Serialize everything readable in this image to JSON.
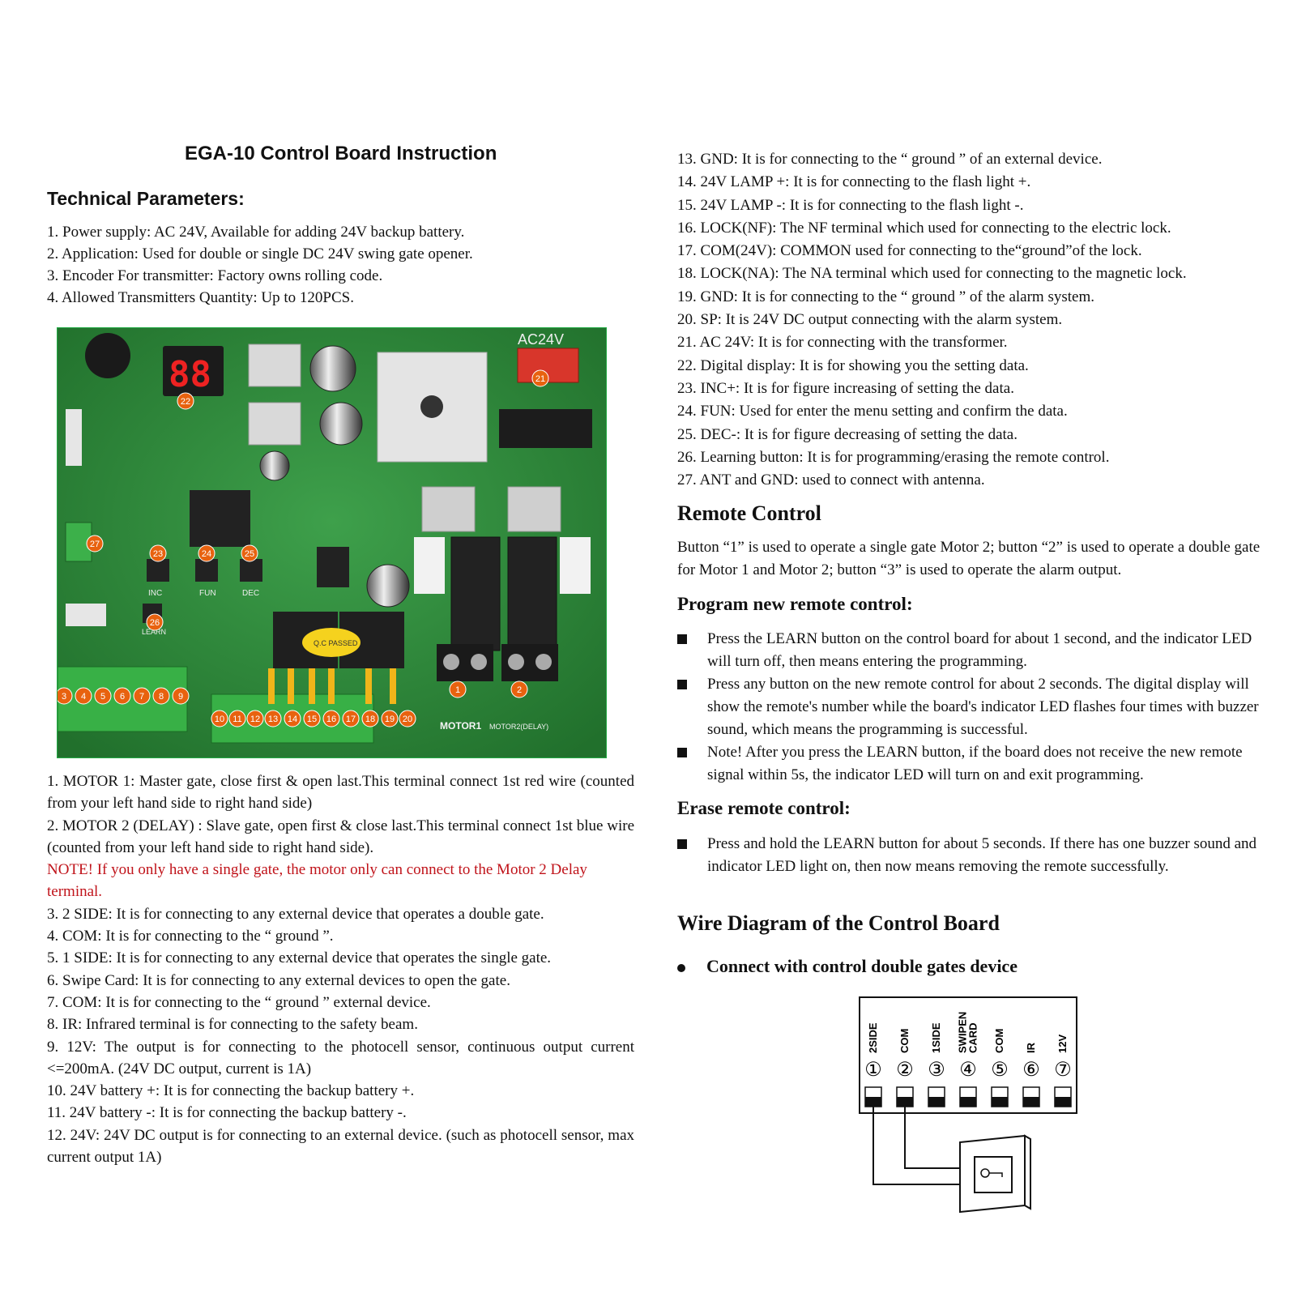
{
  "title": "EGA-10 Control Board Instruction",
  "technical": {
    "heading": "Technical Parameters:",
    "items": [
      "1. Power supply: AC 24V, Available for adding 24V backup battery.",
      "2. Application: Used for double or single DC 24V swing gate opener.",
      "3. Encoder For transmitter: Factory owns rolling code.",
      "4. Allowed Transmitters Quantity: Up to 120PCS."
    ]
  },
  "board": {
    "ac_label": "AC24V",
    "motor1_label": "MOTOR1",
    "motor2_label": "MOTOR2(DELAY)",
    "qc_label": "Q.C PASSED",
    "inc_label": "INC",
    "fun_label": "FUN",
    "dec_label": "DEC",
    "learn_label": "LEARN",
    "markers": [
      "1",
      "2",
      "3",
      "4",
      "5",
      "6",
      "7",
      "8",
      "9",
      "10",
      "11",
      "12",
      "13",
      "14",
      "15",
      "16",
      "17",
      "18",
      "19",
      "20",
      "21",
      "22",
      "23",
      "24",
      "25",
      "26",
      "27"
    ]
  },
  "terminals": {
    "item1": "1.  MOTOR 1: Master gate, close first & open last.This terminal connect 1st red wire (counted from your left hand side to right hand side)",
    "item2": "2.  MOTOR 2 (DELAY) : Slave gate, open first & close last.This terminal connect 1st blue wire (counted from your left hand side to right hand side).",
    "note": "NOTE! If you only have a single gate, the motor only can connect to the Motor 2 Delay terminal.",
    "item3": "3.  2 SIDE: It is for connecting to any external device that operates a double gate.",
    "item4": "4.  COM: It is for connecting to the “ ground ”.",
    "item5": "5.  1 SIDE: It is for connecting to any external device that operates the single gate.",
    "item6": "6.  Swipe Card: It is for connecting to any external devices to open the gate.",
    "item7": "7.  COM: It is for connecting to the “ ground ” external device.",
    "item8": "8.  IR: Infrared terminal is for connecting to the safety beam.",
    "item9": "9.  12V: The output is for connecting to the photocell sensor, continuous output current <=200mA. (24V DC output, current is 1A)",
    "item10": "10.  24V battery +: It is for connecting the backup battery +.",
    "item11": "11.  24V battery -: It is for connecting the backup battery -.",
    "item12": "12.  24V: 24V DC output is for connecting to an external device. (such as photocell sensor, max current output 1A)"
  },
  "right_items": [
    "13.  GND: It is for connecting to the “ ground ” of an external device.",
    "14.  24V LAMP +: It is for connecting to the flash light +.",
    "15.  24V LAMP -: It is for connecting to the flash light -.",
    "16.  LOCK(NF): The NF terminal which used for connecting to the electric lock.",
    "17.  COM(24V): COMMON used for connecting to the“ground”of the lock.",
    "18.  LOCK(NA): The NA terminal which used for connecting to the magnetic lock.",
    "19.  GND: It is for connecting to the “ ground ” of the alarm system.",
    "20.  SP: It is 24V DC output connecting with the alarm system.",
    "21.  AC 24V: It is for connecting with the transformer.",
    "22.  Digital display: It is for showing you the setting data.",
    "23.  INC+: It is for figure increasing of setting the data.",
    "24.  FUN: Used for enter the menu setting and confirm the data.",
    "25.  DEC-: It is for figure decreasing of setting the data.",
    "26.  Learning button: It is for programming/erasing the remote control.",
    "27.  ANT and GND: used to connect with antenna."
  ],
  "remote": {
    "heading": "Remote Control",
    "text": "Button “1” is used to operate a single gate Motor 2; button “2” is used to operate a double gate for Motor 1 and Motor 2; button “3” is used to operate the alarm output."
  },
  "program": {
    "heading": "Program new remote control:",
    "bullets": [
      "Press the LEARN button on the control board for about 1 second, and the indicator LED will turn off, then means entering the programming.",
      "Press any button on the new remote control for about 2 seconds. The digital display will show the remote's number while the board's indicator LED flashes four times with buzzer sound, which means the programming is successful.",
      "Note! After you press the LEARN button, if the board does not receive the new remote signal within 5s, the indicator LED will turn on and exit programming."
    ]
  },
  "erase": {
    "heading": "Erase remote control:",
    "bullets": [
      "Press and hold the LEARN button for about 5 seconds. If there has one buzzer sound and indicator LED light on, then now means removing the remote successfully."
    ]
  },
  "wire": {
    "heading": "Wire Diagram of the Control Board",
    "bullet": "Connect with control double gates device",
    "terminals": [
      "2SIDE",
      "COM",
      "1SIDE",
      "SWIPEN CARD",
      "COM",
      "IR",
      "12V"
    ],
    "numbers": [
      "①",
      "②",
      "③",
      "④",
      "⑤",
      "⑥",
      "⑦"
    ]
  },
  "colors": {
    "board_green": "#2f8a3c",
    "note_red": "#c0131a",
    "marker_orange": "#e8620f"
  }
}
